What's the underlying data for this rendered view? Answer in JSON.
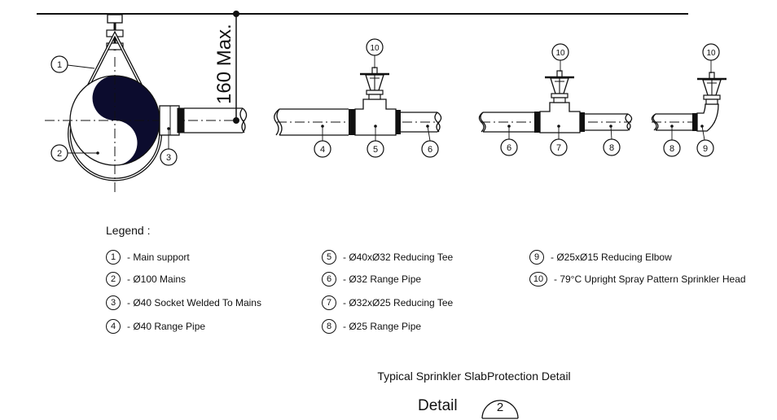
{
  "dimension": {
    "text": "160 Max."
  },
  "callouts": {
    "c1": "1",
    "c2": "2",
    "c3": "3",
    "c4": "4",
    "c5": "5",
    "c6a": "6",
    "c6b": "6",
    "c7": "7",
    "c8a": "8",
    "c8b": "8",
    "c9": "9",
    "c10a": "10",
    "c10b": "10",
    "c10c": "10"
  },
  "legend": {
    "title": "Legend :",
    "items": [
      {
        "num": "1",
        "text": "- Main support"
      },
      {
        "num": "2",
        "text": "- Ø100 Mains"
      },
      {
        "num": "3",
        "text": "- Ø40 Socket Welded To Mains"
      },
      {
        "num": "4",
        "text": "- Ø40 Range Pipe"
      },
      {
        "num": "5",
        "text": "- Ø40xØ32 Reducing Tee"
      },
      {
        "num": "6",
        "text": "- Ø32 Range Pipe"
      },
      {
        "num": "7",
        "text": "- Ø32xØ25 Reducing Tee"
      },
      {
        "num": "8",
        "text": "- Ø25 Range Pipe"
      },
      {
        "num": "9",
        "text": "- Ø25xØ15 Reducing Elbow"
      },
      {
        "num": "10",
        "text": "- 79°C Upright Spray Pattern Sprinkler Head"
      }
    ]
  },
  "caption": "Typical Sprinkler SlabProtection Detail",
  "detail": {
    "label": "Detail",
    "number": "2"
  }
}
